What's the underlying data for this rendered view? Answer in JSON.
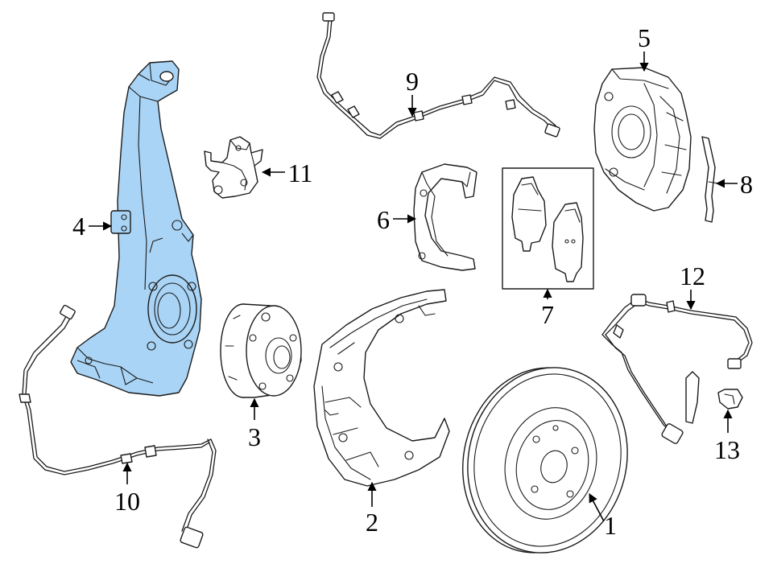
{
  "highlight_color": "#a9d4f5",
  "line_color": "#1a1a1a",
  "callouts": [
    {
      "id": "c1",
      "number": "1"
    },
    {
      "id": "c2",
      "number": "2"
    },
    {
      "id": "c3",
      "number": "3"
    },
    {
      "id": "c4",
      "number": "4"
    },
    {
      "id": "c5",
      "number": "5"
    },
    {
      "id": "c6",
      "number": "6"
    },
    {
      "id": "c7",
      "number": "7"
    },
    {
      "id": "c8",
      "number": "8"
    },
    {
      "id": "c9",
      "number": "9"
    },
    {
      "id": "c10",
      "number": "10"
    },
    {
      "id": "c11",
      "number": "11"
    },
    {
      "id": "c12",
      "number": "12"
    },
    {
      "id": "c13",
      "number": "13"
    }
  ]
}
